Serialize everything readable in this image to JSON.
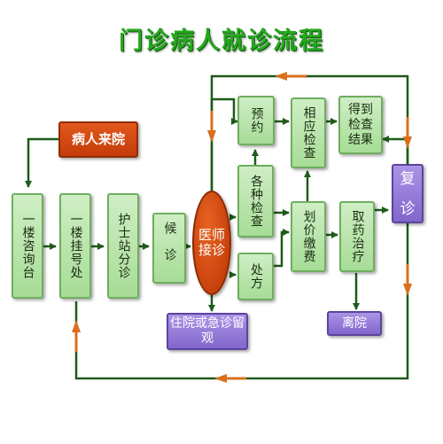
{
  "title": "门诊病人就诊流程",
  "nodes": {
    "arrival": "病人来院",
    "info_desk": "一楼咨询台",
    "registration": "一楼挂号处",
    "nurse_triage": "护士站分诊",
    "waiting": "候诊",
    "doctor": "医师接诊",
    "appointment": "预约",
    "exams": "各种检查",
    "prescription": "处方",
    "exam_type": "相应检查",
    "results": "得到检查结果",
    "pricing": "划价缴费",
    "medicine": "取药治疗",
    "return_visit": "复诊",
    "admit": "住院或急诊留观",
    "leave": "离院"
  },
  "colors": {
    "title": "#26a81f",
    "step_fill": "#b8e4aa",
    "start_fill": "#d14a12",
    "end_fill": "#9278d8",
    "line": "#1f5a1a",
    "return_arrow": "#d9701e"
  }
}
